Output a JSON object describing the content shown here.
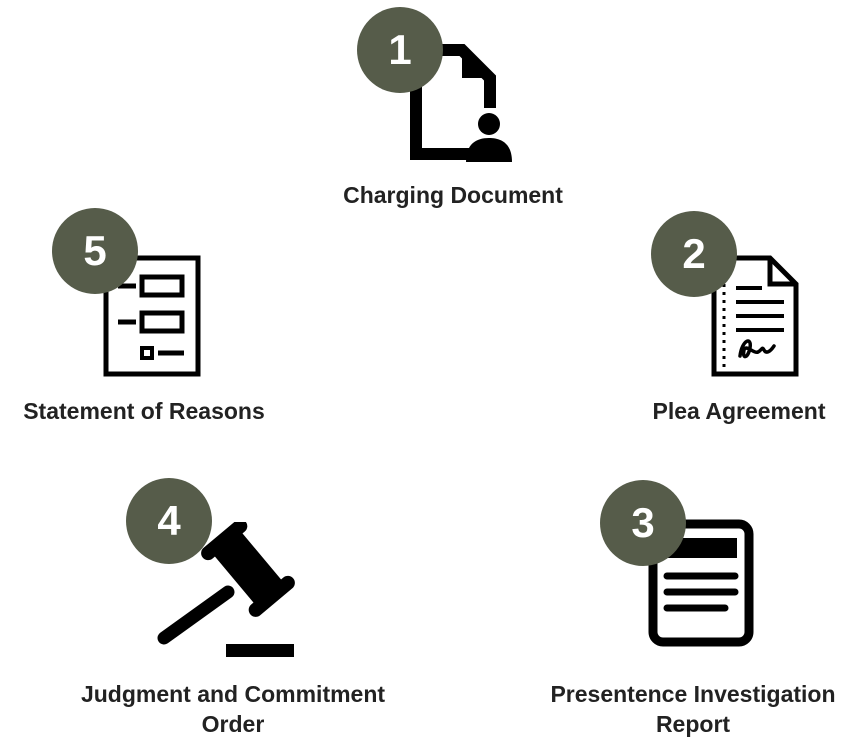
{
  "colors": {
    "badge": "#565c4a",
    "icon": "#000000",
    "text": "#222222"
  },
  "steps": [
    {
      "number": "1",
      "label": "Charging Document",
      "icon": "document-person-icon"
    },
    {
      "number": "2",
      "label": "Plea Agreement",
      "icon": "signed-contract-icon"
    },
    {
      "number": "3",
      "label": "Presentence Investigation Report",
      "icon": "report-icon"
    },
    {
      "number": "4",
      "label": "Judgment and Commitment Order",
      "icon": "gavel-icon"
    },
    {
      "number": "5",
      "label": "Statement of Reasons",
      "icon": "form-checklist-icon"
    }
  ]
}
